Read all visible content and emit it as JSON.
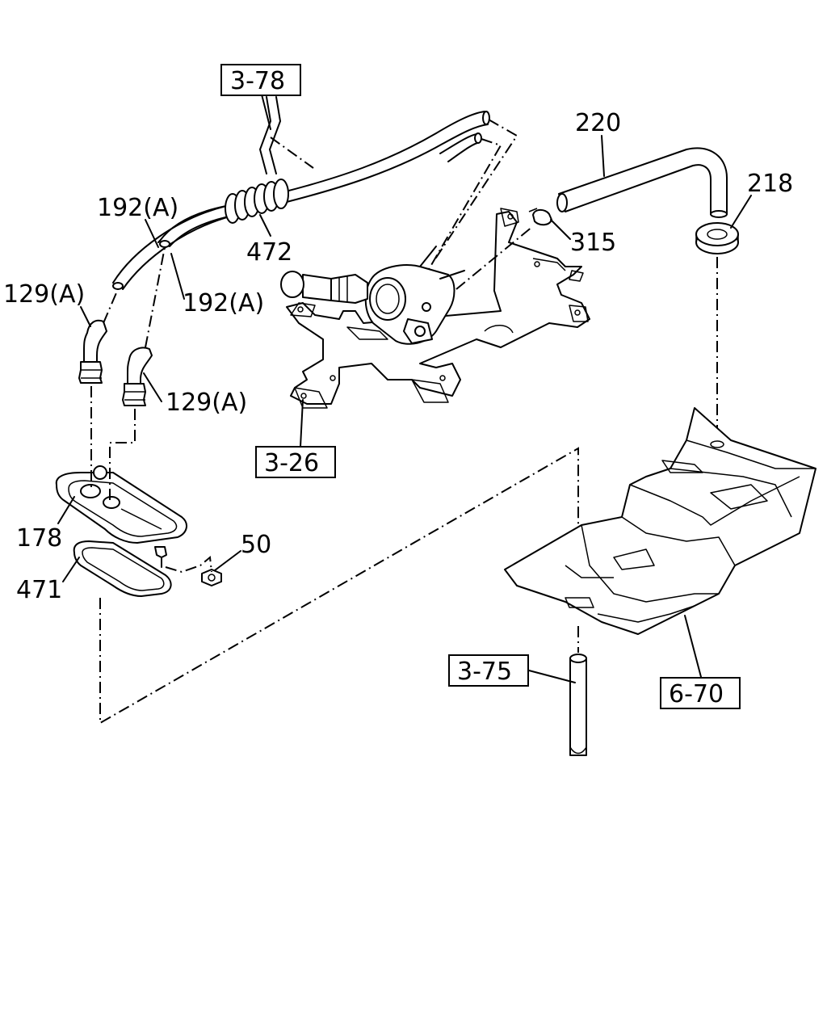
{
  "diagram": {
    "callouts": {
      "p220": "220",
      "p218": "218",
      "p315": "315",
      "p472": "472",
      "p192a_1": "192(A)",
      "p192a_2": "192(A)",
      "p129a_1": "129(A)",
      "p129a_2": "129(A)",
      "p178": "178",
      "p471": "471",
      "p50": "50"
    },
    "references": {
      "r3_78": "3-78",
      "r3_26": "3-26",
      "r3_75": "3-75",
      "r6_70": "6-70"
    }
  }
}
